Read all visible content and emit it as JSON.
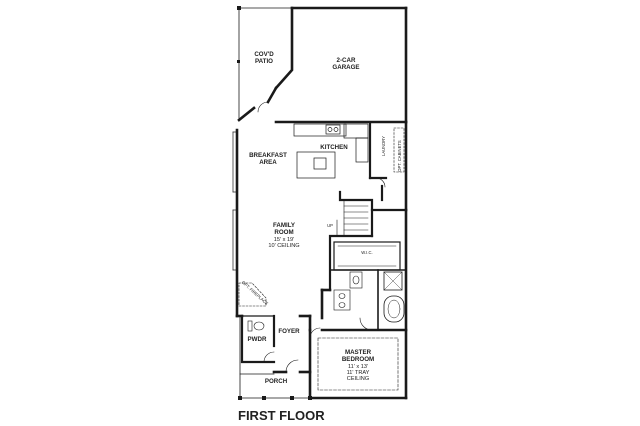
{
  "title": "FIRST FLOOR",
  "rooms": {
    "covd_patio": [
      "COV'D",
      "PATIO"
    ],
    "garage": [
      "2-CAR",
      "GARAGE"
    ],
    "kitchen": "KITCHEN",
    "laundry": "LAUNDRY",
    "opt_cabinets": "OPT. CABINETS",
    "breakfast": [
      "BREAKFAST",
      "AREA"
    ],
    "family": [
      "FAMILY",
      "ROOM",
      "15' x 19'",
      "10' CEILING"
    ],
    "up": "UP",
    "wic": "W.I.C.",
    "opt_fireplace": "OPT. FIREPLACE",
    "foyer": "FOYER",
    "pwdr": "PWDR",
    "master": [
      "MASTER",
      "BEDROOM",
      "11' x 13'",
      "11' TRAY",
      "CEILING"
    ],
    "porch": "PORCH"
  },
  "colors": {
    "wall": "#1a1a1a",
    "text": "#222222",
    "paper": "#ffffff"
  }
}
